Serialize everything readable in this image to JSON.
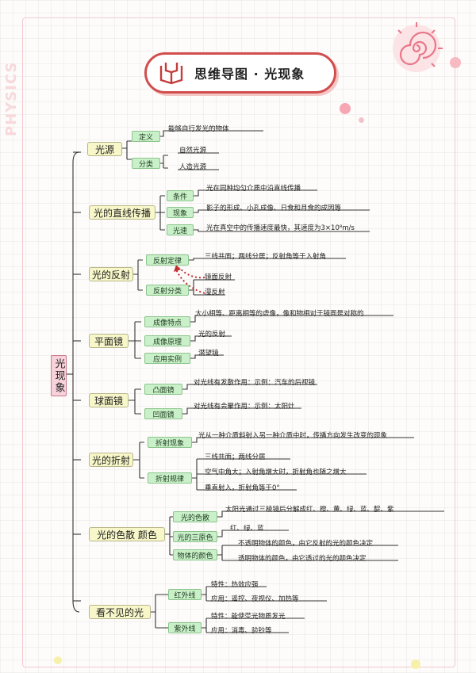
{
  "title": "思维导图 · 光现象",
  "side_word": "PHYSICS",
  "root": "光现象",
  "branches": {
    "b1": {
      "label": "光源",
      "c1": {
        "label": "定义",
        "leaf": "能够自行发光的物体"
      },
      "c2": {
        "label": "分类",
        "leaf1": "自然光源",
        "leaf2": "人造光源"
      }
    },
    "b2": {
      "label": "光的直线传播",
      "c1": {
        "label": "条件",
        "leaf": "光在同种均匀介质中沿直线传播"
      },
      "c2": {
        "label": "现象",
        "leaf": "影子的形成、小孔成像、日食和月食的成因等"
      },
      "c3": {
        "label": "光速",
        "leaf": "光在真空中的传播速度最快，其速度为3×10⁸m/s"
      }
    },
    "b3": {
      "label": "光的反射",
      "c1": {
        "label": "反射定律",
        "leaf": "三线共面；两线分居；反射角等于入射角"
      },
      "c2": {
        "label": "反射分类",
        "leaf1": "镜面反射",
        "leaf2": "漫反射"
      }
    },
    "b4": {
      "label": "平面镜",
      "c1": {
        "label": "成像特点",
        "leaf": "大小相等、距离相等的虚像，像和物相对于镜面是对称的"
      },
      "c2": {
        "label": "成像原理",
        "leaf": "光的反射"
      },
      "c3": {
        "label": "应用实例",
        "leaf": "潜望镜"
      }
    },
    "b5": {
      "label": "球面镜",
      "c1": {
        "label": "凸面镜",
        "leaf": "对光线有发散作用：示例：汽车的后视镜"
      },
      "c2": {
        "label": "凹面镜",
        "leaf": "对光线有会聚作用：示例：太阳灶"
      }
    },
    "b6": {
      "label": "光的折射",
      "c1": {
        "label": "折射现象",
        "leaf": "光从一种介质斜射入另一种介质中时，传播方向发生改变的现象"
      },
      "c2": {
        "label": "折射规律",
        "leaf1": "三线共面；两线分居",
        "leaf2": "空气中角大；入射角增大时，折射角也随之增大",
        "leaf3": "垂直射入，折射角等于0°"
      }
    },
    "b7": {
      "label": "光的色散  颜色",
      "c1": {
        "label": "光的色散",
        "leaf": "太阳光通过三棱镜后分解成红、橙、黄、绿、蓝、靛、紫"
      },
      "c2": {
        "label": "光的三原色",
        "leaf": "红、绿、蓝"
      },
      "c3": {
        "label": "物体的颜色",
        "leaf1": "不透明物体的颜色，由它反射的光的颜色决定",
        "leaf2": "透明物体的颜色，由它透过的光的颜色决定"
      }
    },
    "b8": {
      "label": "看不见的光",
      "c1": {
        "label": "红外线",
        "leaf1": "特性：热效应强",
        "leaf2": "应用：遥控、夜视仪、加热等"
      },
      "c2": {
        "label": "紫外线",
        "leaf1": "特性：能使荧光物质发光",
        "leaf2": "应用：消毒、验钞等"
      }
    }
  },
  "colors": {
    "accent": "#d24d4d",
    "root_fill": "#f7d2da",
    "l1_fill": "#f8f7c9",
    "l2_fill": "#c9f0c9"
  }
}
